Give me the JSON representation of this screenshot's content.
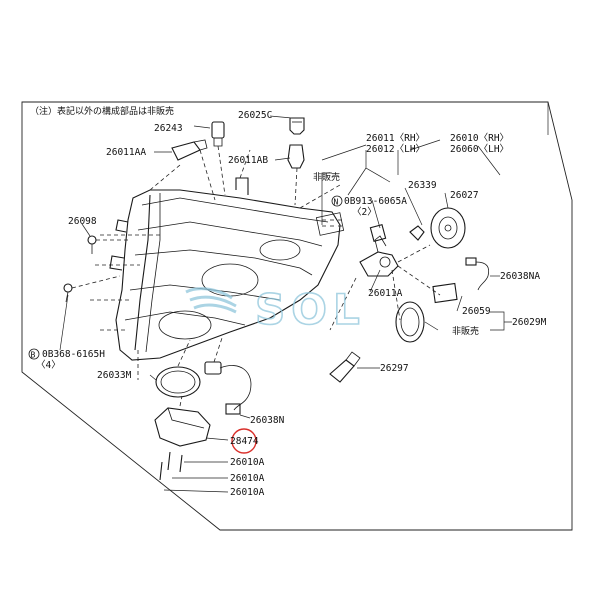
{
  "note": "（注）表記以外の構成部品は非販売",
  "parts": {
    "p26010": "26010〈RH〉",
    "p26060": "26060〈LH〉",
    "p26025C": "26025C",
    "p26243": "26243",
    "p26011AA": "26011AA",
    "p26011AB": "26011AB",
    "p26011": "26011〈RH〉",
    "p26012": "26012〈LH〉",
    "hihanbai_top": "非販売",
    "p0B913_bolt": "0B913-6065A",
    "p0B913_qty": "〈2〉",
    "p26339": "26339",
    "p26027": "26027",
    "p26098": "26098",
    "p26038NA": "26038NA",
    "p26011A": "26011A",
    "p26059": "26059",
    "hihanbai_bottom": "非販売",
    "p26029M": "26029M",
    "p0B368_bolt": "0B368-6165H",
    "p0B368_qty": "〈4〉",
    "p26033M": "26033M",
    "p26297": "26297",
    "p26038N": "26038N",
    "p28474": "28474",
    "p26010A_1": "26010A",
    "p26010A_2": "26010A",
    "p26010A_3": "26010A",
    "circle_B": "B",
    "circle_N": "N"
  },
  "watermark": "SOL",
  "highlight_color": "#d9302b",
  "watermark_color": "#8fc6dc"
}
